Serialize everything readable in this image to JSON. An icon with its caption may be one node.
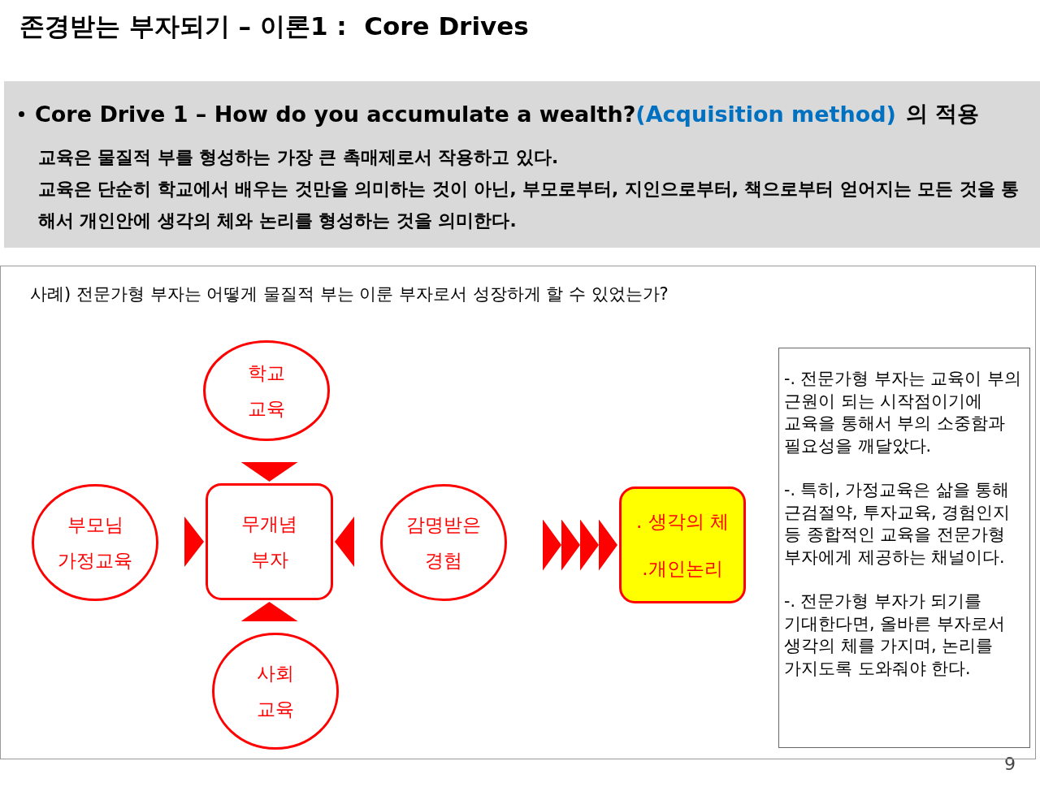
{
  "diagram": {
    "title": "존경받는 부자되기 – 이론1 :  Core Drives",
    "nodes": [
      {
        "text": [
          "Core Drive 1 – How do you accumulate a wealth?",
          "(Acquisition method)",
          "의 적용",
          "교육은 물질적 부를 형성하는 가장 큰 촉매제로서 작용하고 있다.",
          "교육은 단순히 학교에서 배우는 것만을 의미하는 것이 아닌, 부모로부터, 지인으로부터, 책으로부터 얻어지는 모든 것을 통해서 개인안에 생각의 체와 논리를 형성하는 것을 의미한다."
        ]
      },
      {
        "text": [
          "사례) 전문가형 부자는 어떻게 물질적 부는 이룬 부자로서 성장하게 할 수 있었는가?"
        ]
      },
      {
        "text": [
          "학교 교육"
        ],
        "in": 1
      },
      {
        "text": [
          "부모님 가정교육"
        ],
        "in": 1
      },
      {
        "text": [
          "무개념 부자"
        ],
        "in": 1
      },
      {
        "text": [
          "감명받은 경험"
        ],
        "in": 1
      },
      {
        "text": [
          "사회 교육"
        ],
        "in": 1
      },
      {
        "text": [
          ". 생각의 체",
          ".개인논리"
        ],
        "in": 1
      },
      {
        "text": [
          "-. 전문가형 부자는 교육이 부의 근원이 되는 시작점이기에 교육을 통해서 부의 소중함과 필요성을 깨달았다.",
          "-. 특히, 가정교육은 삶을 통해 근검절약, 투자교육, 경험인지 등 종합적인 교육을 전문가형 부자에게 제공하는 채널이다.",
          "-. 전문가형 부자가 되기를 기대한다면, 올바른 부자로서 생각의 체를 가지며, 논리를 가지도록 도와줘야 한다."
        ],
        "in": 1
      }
    ],
    "edges": [
      {
        "from": 2,
        "to": 4,
        "arrow": "to"
      },
      {
        "from": 3,
        "to": 4,
        "arrow": "to"
      },
      {
        "from": 5,
        "to": 4,
        "arrow": "to"
      },
      {
        "from": 6,
        "to": 4,
        "arrow": "to"
      },
      {
        "from": 5,
        "to": 7,
        "arrow": "to"
      }
    ],
    "labels": [
      "9"
    ]
  }
}
